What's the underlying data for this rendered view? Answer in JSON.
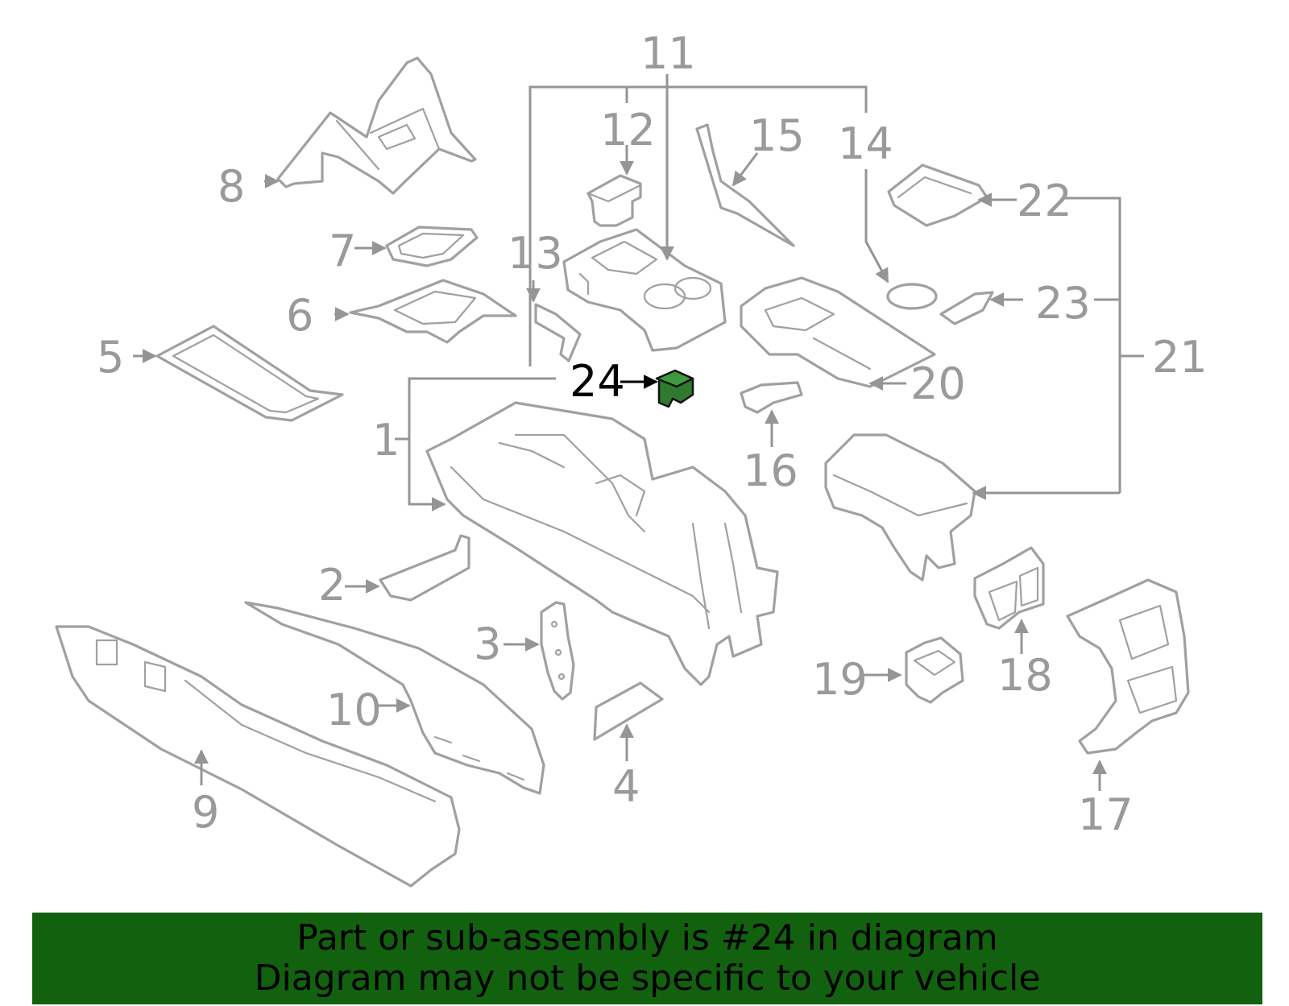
{
  "highlight": {
    "callout": "24",
    "color": "#2f7a2f"
  },
  "callouts": {
    "c1": "1",
    "c2": "2",
    "c3": "3",
    "c4": "4",
    "c5": "5",
    "c6": "6",
    "c7": "7",
    "c8": "8",
    "c9": "9",
    "c10": "10",
    "c11": "11",
    "c12": "12",
    "c13": "13",
    "c14": "14",
    "c15": "15",
    "c16": "16",
    "c17": "17",
    "c18": "18",
    "c19": "19",
    "c20": "20",
    "c21": "21",
    "c22": "22",
    "c23": "23",
    "c24": "24"
  },
  "banner": {
    "line1": "Part or sub-assembly is #24 in diagram",
    "line2": "Diagram may not be specific to your vehicle",
    "background": "#12610f"
  }
}
